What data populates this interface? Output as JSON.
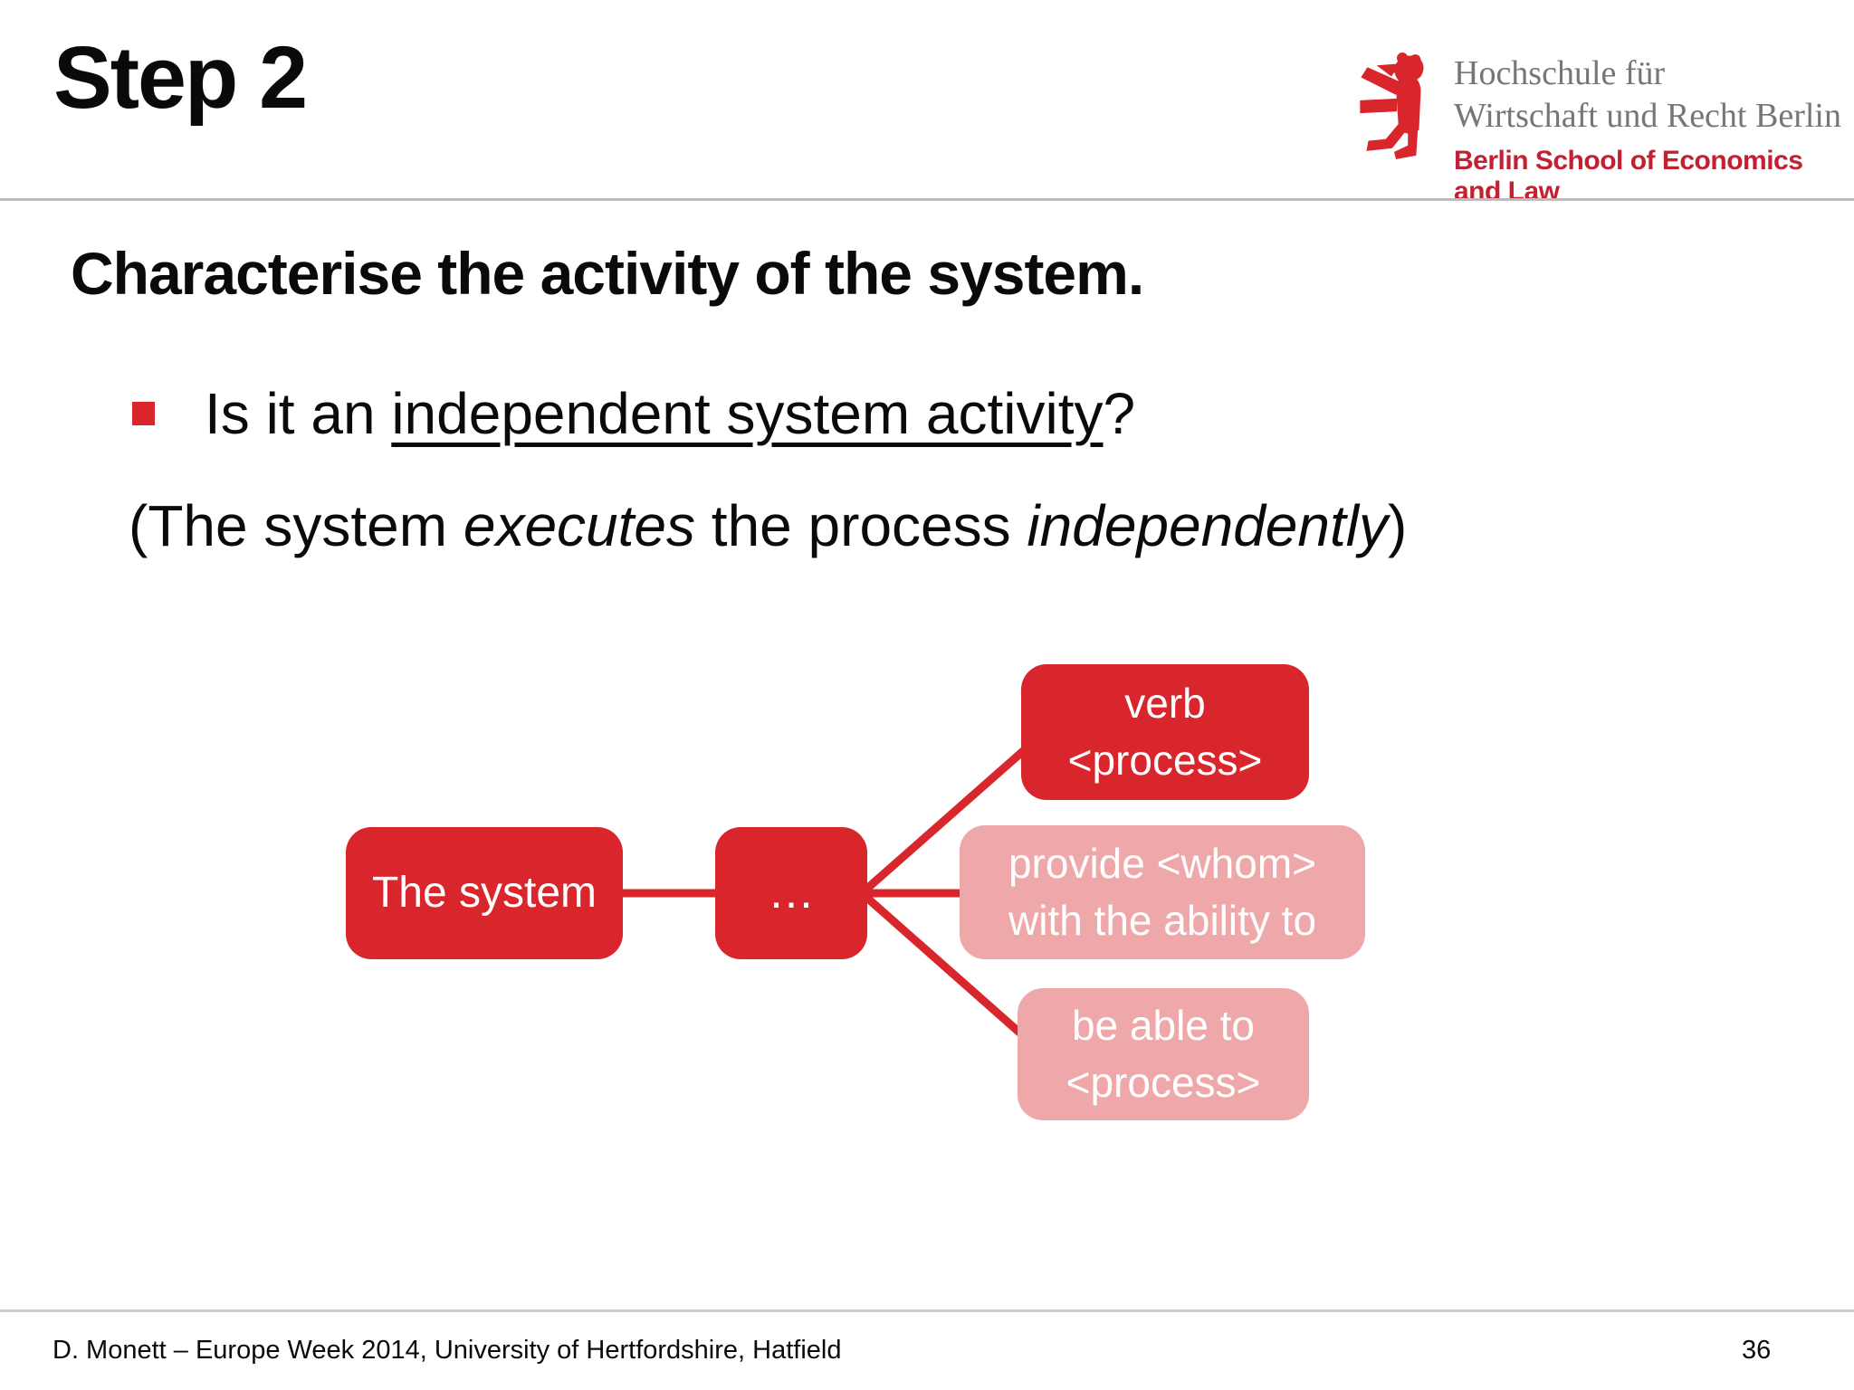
{
  "slide": {
    "title": "Step 2",
    "footer": "D. Monett – Europe Week 2014, University of Hertfordshire, Hatfield",
    "page_number": "36"
  },
  "logo": {
    "line1": "Hochschule für",
    "line2": "Wirtschaft und Recht Berlin",
    "line3": "Berlin School of Economics and Law",
    "bear_icon": "berlin-bear-icon"
  },
  "content": {
    "heading": "Characterise the activity of the system.",
    "bullet": {
      "prefix": "Is it an ",
      "underlined": "independent system activity",
      "suffix": "?"
    },
    "subline": {
      "part1": "(The system ",
      "italic1": "executes",
      "part2": " the process ",
      "italic2": "independently",
      "part3": ")"
    }
  },
  "diagram": {
    "root_label": "The system",
    "connector_label": "…",
    "branches": [
      {
        "label": "verb\n<process>",
        "style": "dark"
      },
      {
        "label": "provide <whom>\nwith the ability to",
        "style": "light"
      },
      {
        "label": "be able to\n<process>",
        "style": "light"
      }
    ]
  },
  "theme": {
    "accent_red": "#d8262c",
    "light_pink": "#efa8a9",
    "logo_gray": "#767676",
    "logo_red": "#c32032",
    "divider_gray": "#bcbcbc"
  }
}
